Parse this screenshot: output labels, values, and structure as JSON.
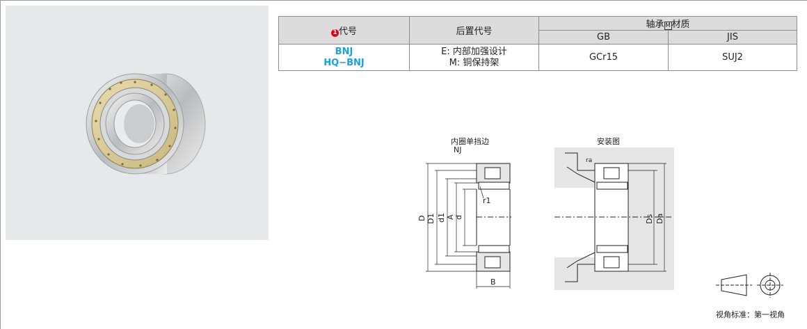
{
  "table": {
    "header": {
      "code": "代号",
      "code_badge": "1",
      "suffix": "后置代号",
      "material_prefix": "轴承",
      "material_box": "M",
      "material_suffix": "材质",
      "gb": "GB",
      "jis": "JIS"
    },
    "row": {
      "code1": "BNJ",
      "code2": "HQ−BNJ",
      "suffix1": "E: 内部加强设计",
      "suffix2": "M: 铜保持架",
      "gb": "GCr15",
      "jis": "SUJ2"
    }
  },
  "drawing": {
    "left_title": "内圈单挡边",
    "left_subtitle": "NJ",
    "right_title": "安装图",
    "labels": {
      "D": "D",
      "D1": "D1",
      "d1": "d1",
      "A": "A",
      "d": "d",
      "B": "B",
      "r1": "r1",
      "ra": "ra",
      "Ds": "Ds",
      "Da": "Da"
    }
  },
  "view_standard": "视角标准：第一视角",
  "colors": {
    "accent": "#1aa0dd",
    "badge": "#e0001b",
    "photo_bg": "#e5e9ec",
    "header_bg": "#dcdcdc"
  }
}
